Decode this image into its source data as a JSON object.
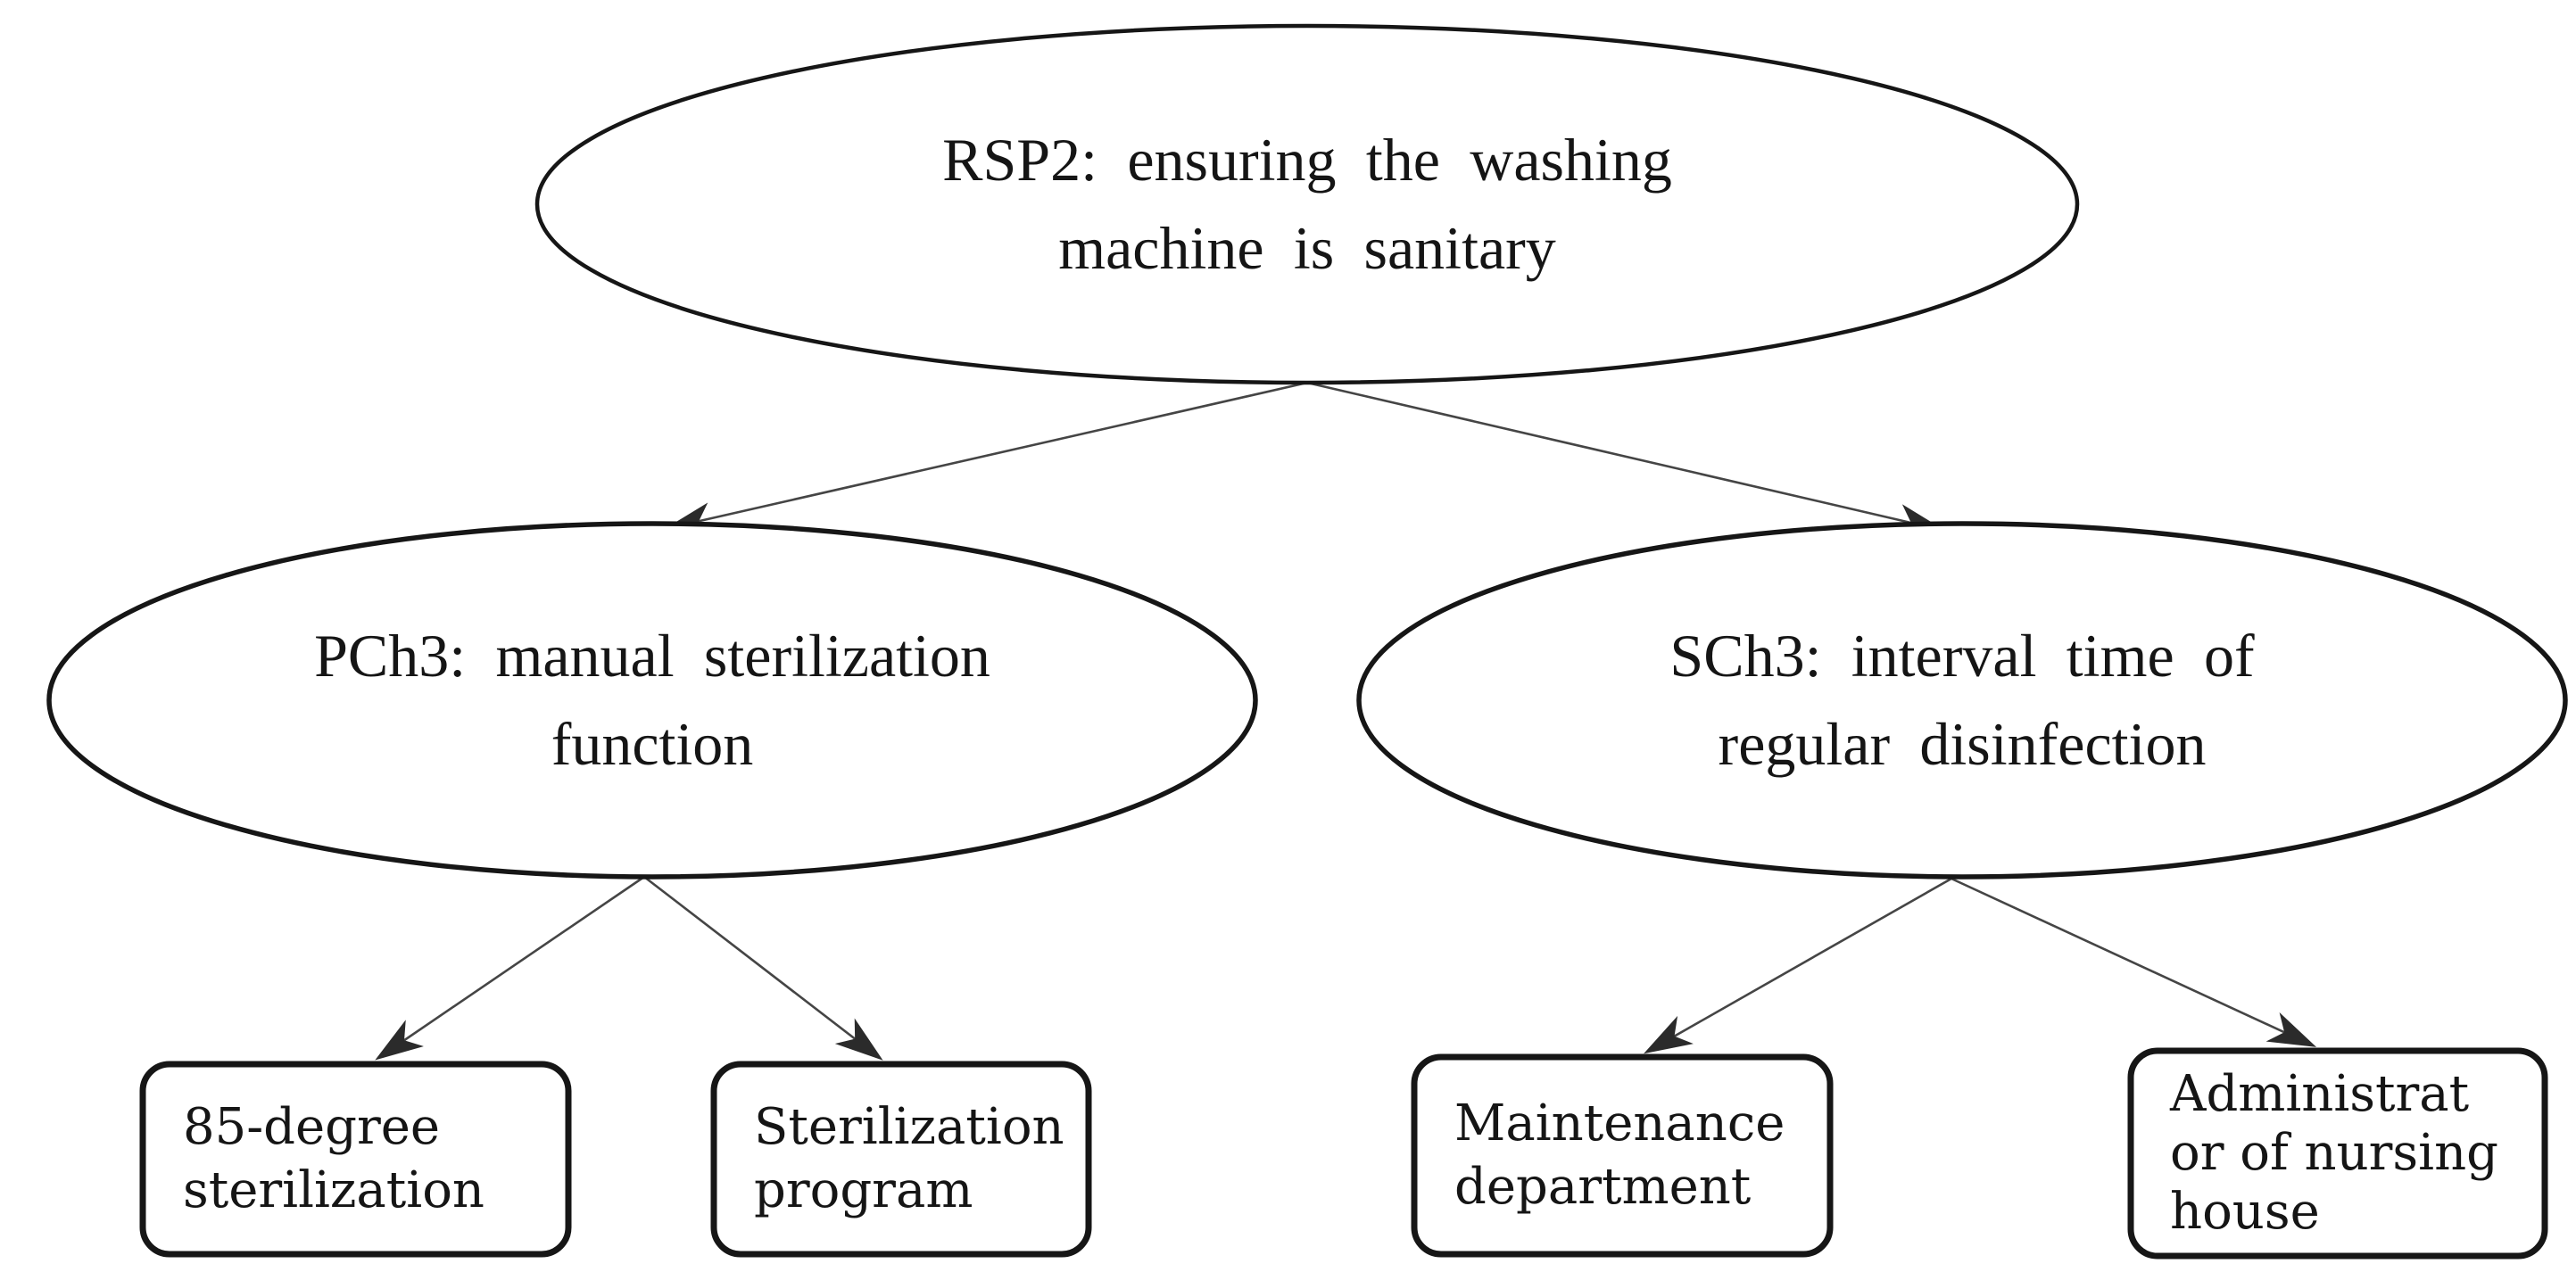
{
  "diagram": {
    "type": "tree",
    "colors": {
      "background": "#ffffff",
      "shape_stroke": "#161616",
      "connector": "#454545",
      "text": "#151515"
    },
    "nodes": {
      "root": {
        "id": "RSP2",
        "shape": "ellipse",
        "label": "RSP2: ensuring the washing\nmachine is sanitary"
      },
      "left_child": {
        "id": "PCh3",
        "shape": "ellipse",
        "label": "PCh3: manual sterilization\nfunction"
      },
      "right_child": {
        "id": "SCh3",
        "shape": "ellipse",
        "label": "SCh3: interval time of\nregular disinfection"
      },
      "leaf_1": {
        "shape": "rounded-rect",
        "label": "85-degree\nsterilization"
      },
      "leaf_2": {
        "shape": "rounded-rect",
        "label": "Sterilization\nprogram"
      },
      "leaf_3": {
        "shape": "rounded-rect",
        "label": "Maintenance\ndepartment"
      },
      "leaf_4": {
        "shape": "rounded-rect",
        "label": "Administrat\nor of nursing\nhouse"
      }
    },
    "edges": [
      {
        "from": "root",
        "to": "left_child",
        "arrow": "filled-triangle"
      },
      {
        "from": "root",
        "to": "right_child",
        "arrow": "filled-triangle"
      },
      {
        "from": "left_child",
        "to": "leaf_1",
        "arrow": "filled-triangle"
      },
      {
        "from": "left_child",
        "to": "leaf_2",
        "arrow": "filled-triangle"
      },
      {
        "from": "right_child",
        "to": "leaf_3",
        "arrow": "filled-triangle"
      },
      {
        "from": "right_child",
        "to": "leaf_4",
        "arrow": "filled-triangle"
      }
    ]
  }
}
